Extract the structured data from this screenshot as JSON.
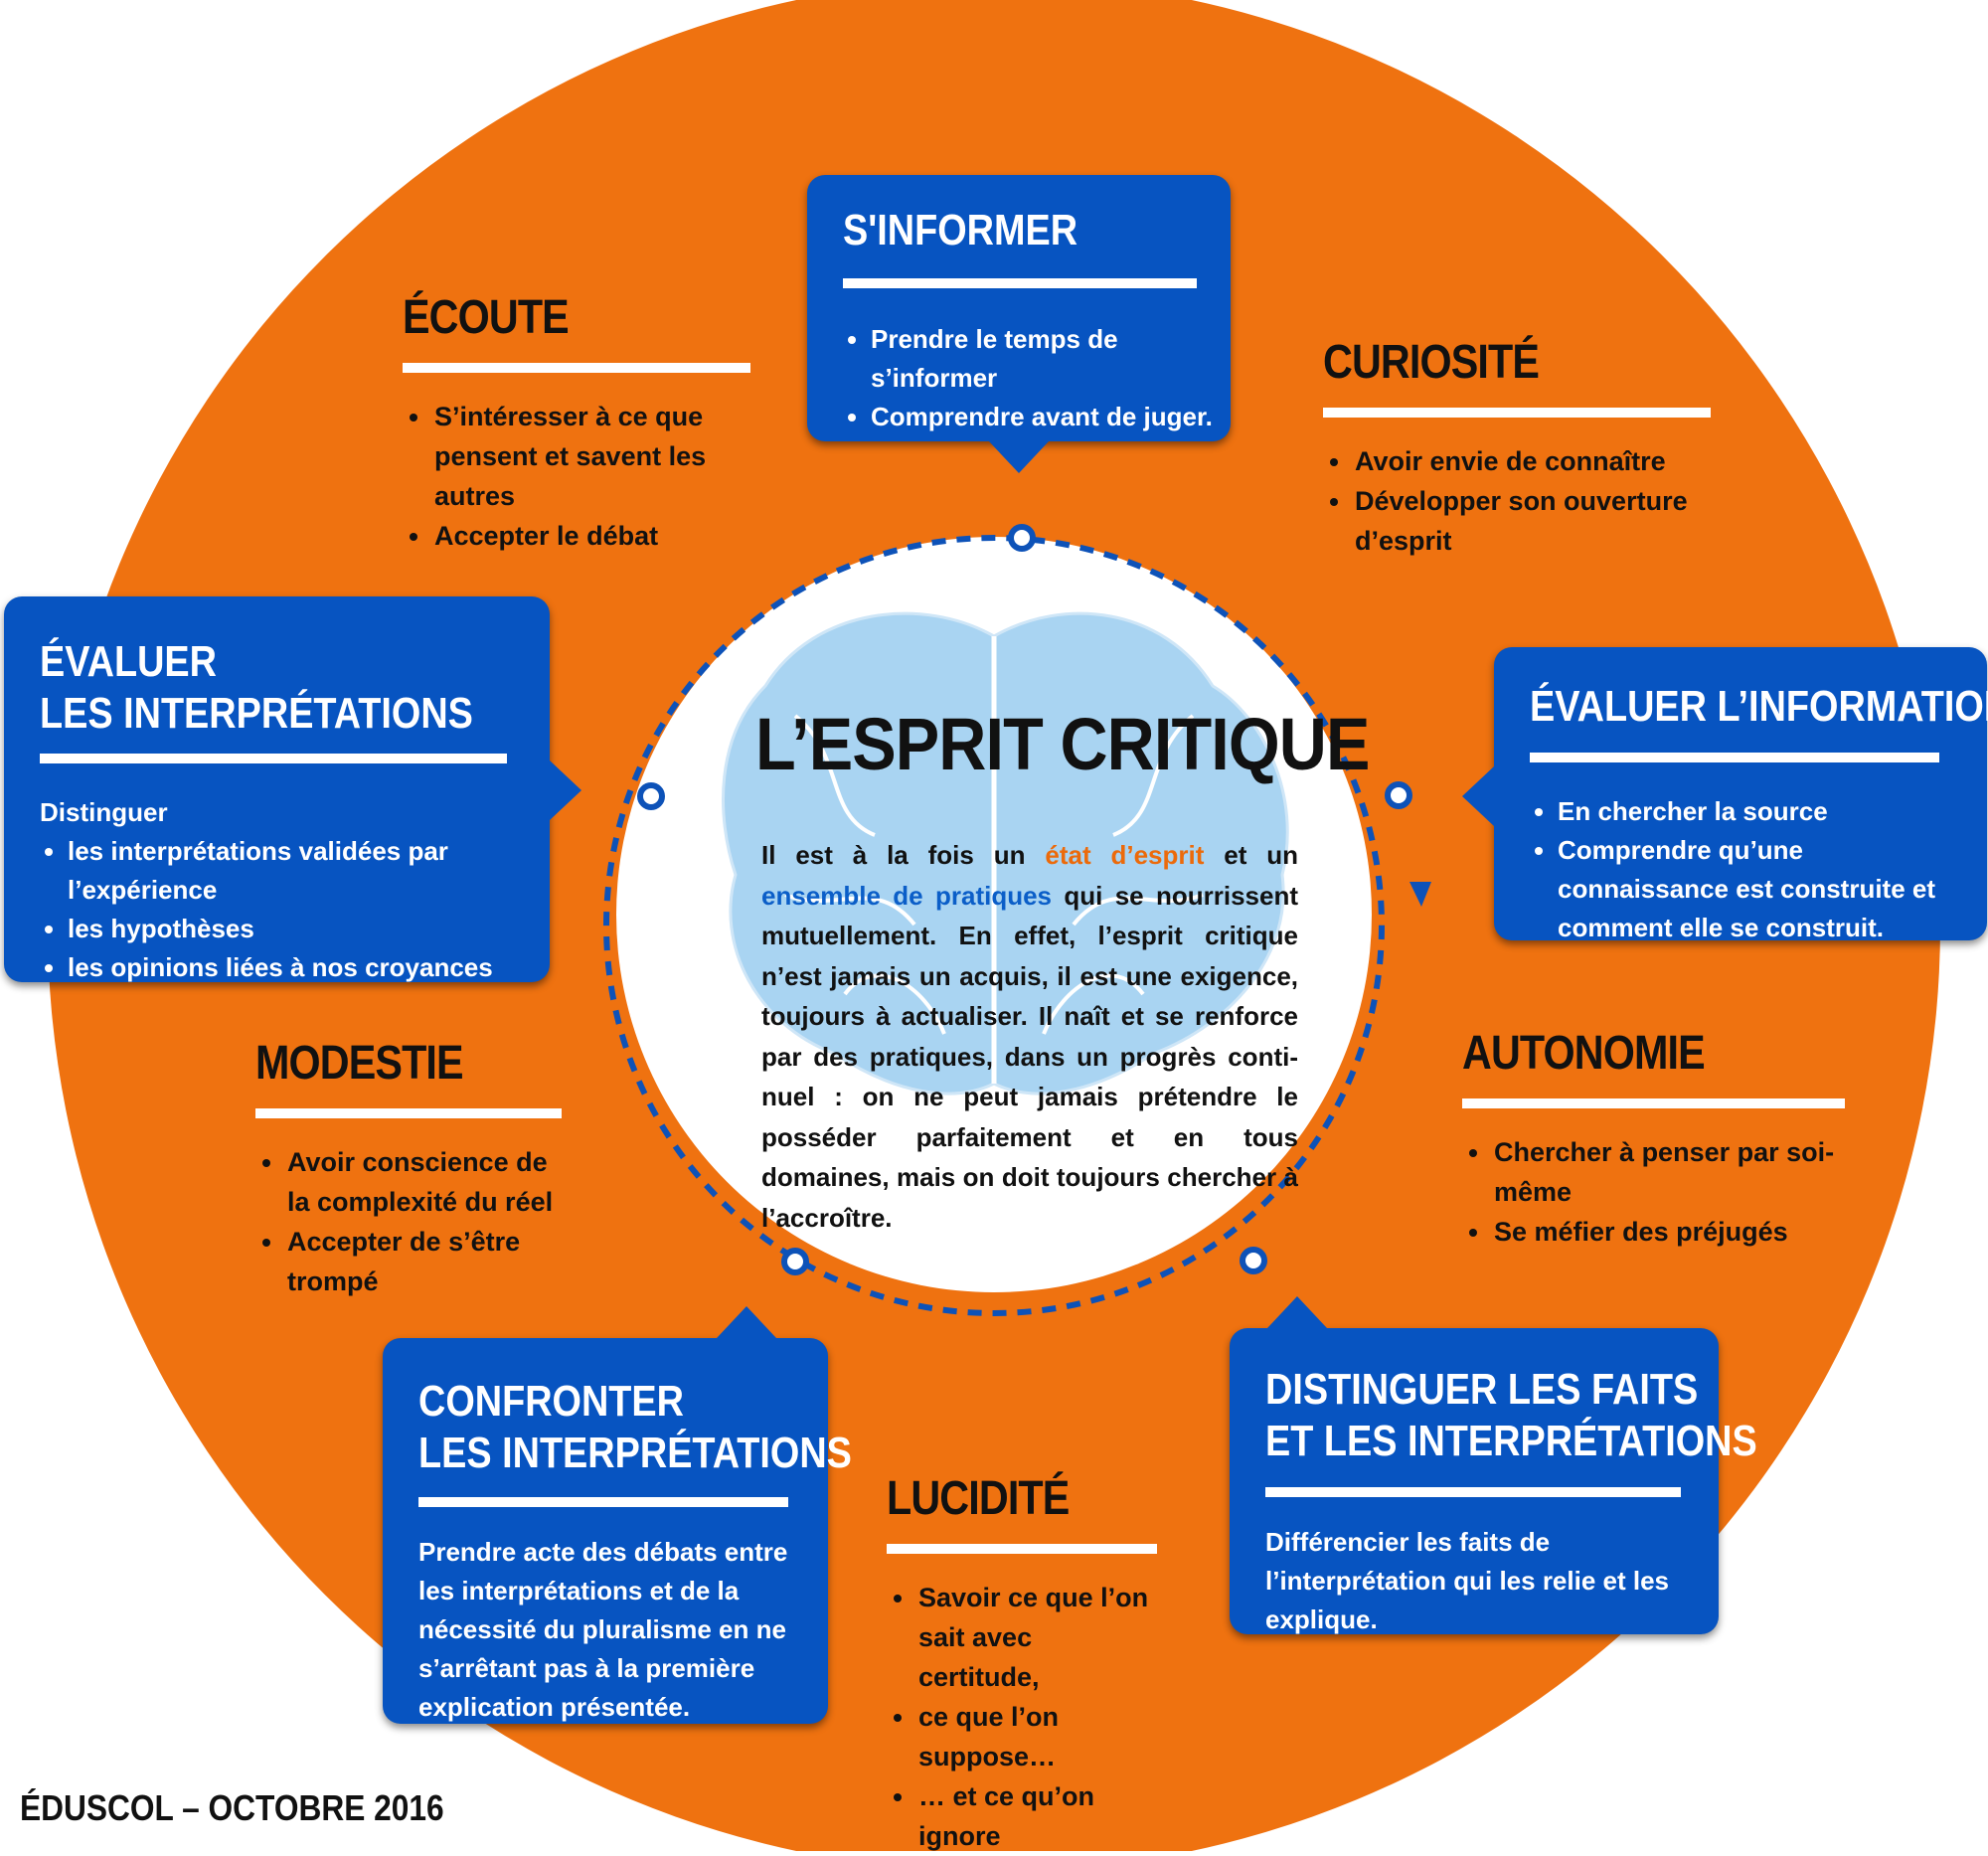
{
  "colors": {
    "orange": "#ef7210",
    "blue": "#0754c1",
    "center": "#ffffff",
    "brain": "#a9d4f2"
  },
  "center": {
    "title": "L’ESPRIT CRITIQUE",
    "text_part1": "Il est à la fois un ",
    "highlight1": "état d’esprit",
    "text_part2": " et un ",
    "highlight2": "ensemble de pratiques",
    "text_part3": " qui se nourrissent mutuellement. En effet, l’esprit critique n’est jamais un acquis, il est une exigence, toujours à actualiser. Il naît et se renforce par des pratiques, dans un progrès conti-nuel : on ne peut jamais prétendre le posséder parfaitement et en tous domaines, mais on doit toujours chercher à l’accroître."
  },
  "qualities": {
    "ecoute": {
      "title": "ÉCOUTE",
      "items": [
        "S’intéresser à ce que pensent et savent les autres",
        "Accepter le débat"
      ]
    },
    "curiosite": {
      "title": "CURIOSITÉ",
      "items": [
        "Avoir envie de connaître",
        "Développer son ouverture d’esprit"
      ]
    },
    "autonomie": {
      "title": "AUTONOMIE",
      "items": [
        "Chercher à penser par soi-même",
        "Se méfier des préjugés"
      ]
    },
    "modestie": {
      "title": "MODESTIE",
      "items": [
        "Avoir conscience de la complexité du réel",
        "Accepter de s’être trompé"
      ]
    },
    "lucidite": {
      "title": "LUCIDITÉ",
      "items": [
        "Savoir ce que l’on sait avec certitude,",
        "ce que l’on suppose…",
        "… et ce qu’on ignore"
      ]
    }
  },
  "practices": {
    "sinformer": {
      "title": "S'INFORMER",
      "items": [
        "Prendre le temps de s’informer",
        "Comprendre avant de juger."
      ]
    },
    "evaluer_information": {
      "title": "ÉVALUER L’INFORMATION",
      "items": [
        "En chercher la source",
        "Comprendre qu’une connaissance est construite et comment elle se construit."
      ]
    },
    "distinguer": {
      "title_line1": "DISTINGUER LES FAITS",
      "title_line2": "ET LES INTERPRÉTATIONS",
      "text": "Différencier les faits de l’interprétation qui les relie et les explique."
    },
    "confronter": {
      "title_line1": "CONFRONTER",
      "title_line2": "LES INTERPRÉTATIONS",
      "text": "Prendre acte des débats entre les interprétations et de la nécessité du pluralisme en ne s’arrêtant pas à la première explication présentée."
    },
    "evaluer_interpretations": {
      "title_line1": "ÉVALUER",
      "title_line2": "LES INTERPRÉTATIONS",
      "intro": "Distinguer",
      "items": [
        "les interprétations validées par l’expérience",
        "les hypothèses",
        "les opinions liées à nos croyances"
      ]
    }
  },
  "footer": "ÉDUSCOL – OCTOBRE 2016"
}
